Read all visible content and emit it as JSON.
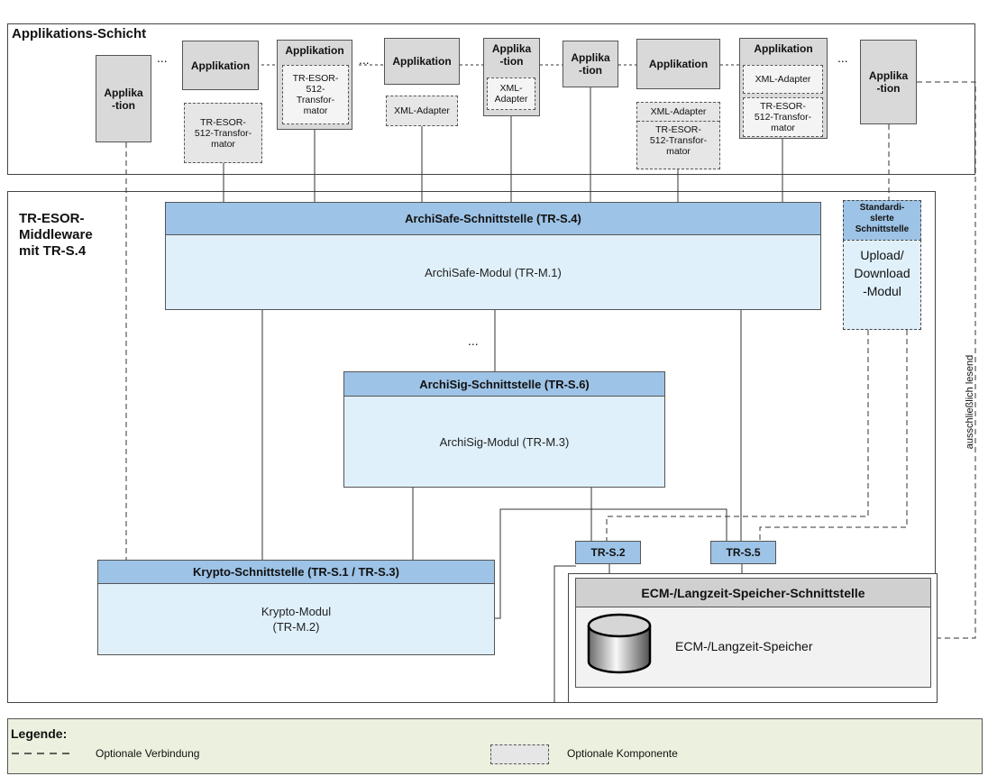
{
  "application_layer": {
    "title": "Applikations-Schicht",
    "apps": {
      "a1": "Applika\n-tion",
      "a2": "Applikation",
      "a3": "Applikation",
      "a4": "Applikation",
      "a5": "Applika\n-tion",
      "a6": "Applika\n-tion",
      "a7": "Applikation",
      "a8": "Applikation",
      "a9": "Applika\n-tion"
    },
    "components": {
      "c2": "TR-ESOR-\n512-Transfor-\nmator",
      "c3": "TR-ESOR-\n512-\nTransfor-\nmator",
      "c4": "XML-Adapter",
      "c5": "XML-\nAdapter",
      "c7a": "XML-Adapter",
      "c7b": "TR-ESOR-\n512-Transfor-\nmator",
      "c8a": "XML-Adapter",
      "c8b": "TR-ESOR-\n512-Transfor-\nmator"
    },
    "ellipsis": "..."
  },
  "middleware": {
    "title": "TR-ESOR-\nMiddleware\nmit TR-S.4",
    "archisafe_interface": "ArchiSafe-Schnittstelle (TR-S.4)",
    "archisafe_module": "ArchiSafe-Modul (TR-M.1)",
    "ellipsis": "...",
    "archisig_interface": "ArchiSig-Schnittstelle (TR-S.6)",
    "archisig_module": "ArchiSig-Modul (TR-M.3)",
    "krypto_interface": "Krypto-Schnittstelle (TR-S.1 / TR-S.3)",
    "krypto_module": "Krypto-Modul\n(TR-M.2)",
    "std_interface": "Standardi-\nslerte\nSchnittstelle",
    "upload_module": "Upload/\nDownload\n-Modul",
    "trs2": "TR-S.2",
    "trs5": "TR-S.5"
  },
  "storage": {
    "interface": "ECM-/Langzeit-Speicher-Schnittstelle",
    "store": "ECM-/Langzeit-Speicher"
  },
  "side_label": "ausschließlich lesend",
  "legend": {
    "title": "Legende:",
    "optional_connection": "Optionale Verbindung",
    "optional_component": "Optionale Komponente"
  },
  "colors": {
    "interface_blue": "#9dc3e6",
    "module_blue": "#dff0fa",
    "app_gray": "#d9d9d9",
    "legend_green": "#ebf1de"
  }
}
